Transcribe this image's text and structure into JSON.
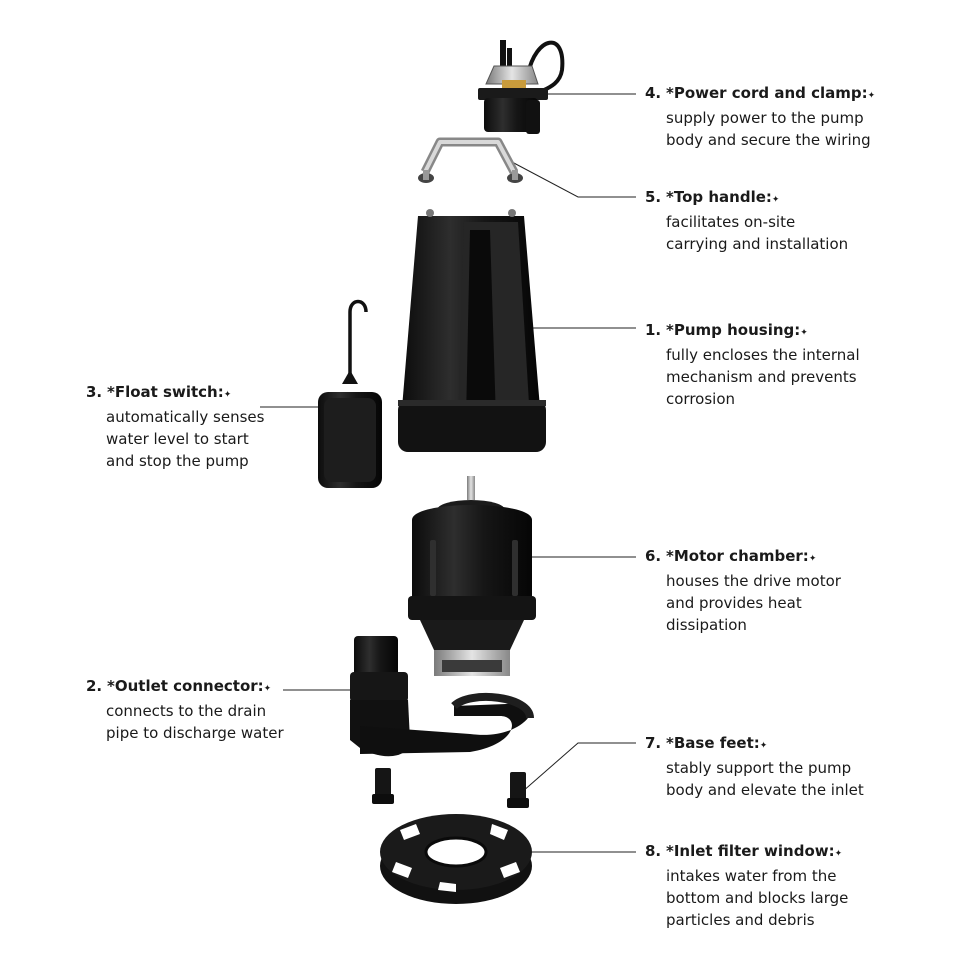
{
  "callouts": [
    {
      "id": "power-cord",
      "num": "4.",
      "title": "*Power cord and clamp:",
      "mark": "✦",
      "lines": [
        "supply power to the pump",
        "body and secure the wiring"
      ]
    },
    {
      "id": "top-handle",
      "num": "5.",
      "title": "*Top handle:",
      "mark": "✦",
      "lines": [
        "facilitates on-site",
        "carrying and installation"
      ]
    },
    {
      "id": "pump-housing",
      "num": "1.",
      "title": "*Pump housing:",
      "mark": "✦",
      "lines": [
        "fully encloses the internal",
        "mechanism and prevents",
        "corrosion"
      ]
    },
    {
      "id": "float-switch",
      "num": "3.",
      "title": "*Float switch:",
      "mark": "✦",
      "lines": [
        "automatically senses",
        "water level to start",
        "and stop the pump"
      ]
    },
    {
      "id": "motor-chamber",
      "num": "6.",
      "title": "*Motor chamber:",
      "mark": "✦",
      "lines": [
        "houses the drive motor",
        "and provides heat",
        "dissipation"
      ]
    },
    {
      "id": "outlet-connector",
      "num": "2.",
      "title": "*Outlet connector:",
      "mark": "✦",
      "lines": [
        "connects to the drain",
        "pipe to discharge water"
      ]
    },
    {
      "id": "base-feet",
      "num": "7.",
      "title": "*Base feet:",
      "mark": "✦",
      "lines": [
        "stably support the pump",
        "body and elevate the inlet"
      ]
    },
    {
      "id": "inlet-filter",
      "num": "8.",
      "title": "*Inlet filter window:",
      "mark": "✦",
      "lines": [
        "intakes water from the",
        "bottom and blocks large",
        "particles and debris"
      ]
    }
  ]
}
